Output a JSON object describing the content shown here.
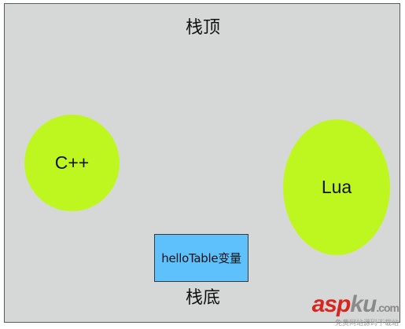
{
  "diagram": {
    "stack_top_label": "栈顶",
    "stack_bottom_label": "栈底",
    "nodes": {
      "cpp": {
        "label": "C++"
      },
      "lua": {
        "label": "Lua"
      },
      "variable": {
        "label": "helloTable变量"
      }
    }
  },
  "watermark": {
    "brand_part1": "asp",
    "brand_part2": "ku",
    "tld": ".com",
    "tagline": "免费网站源码下载站"
  },
  "colors": {
    "background": "#d6d8d7",
    "ellipse_fill": "#bef71f",
    "box_fill": "#5fc1fc",
    "watermark_red": "#d9251d"
  }
}
